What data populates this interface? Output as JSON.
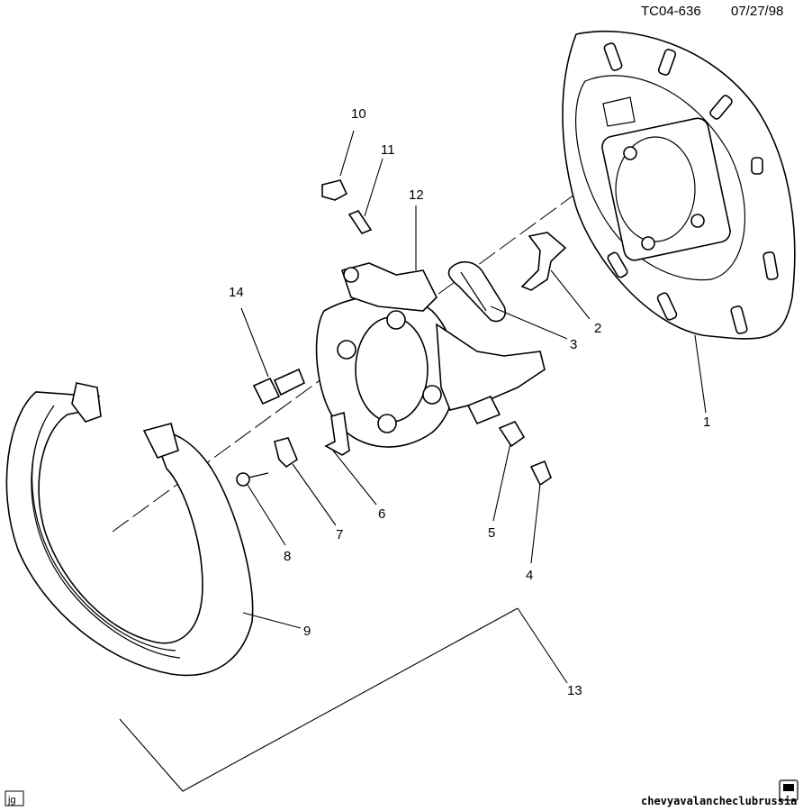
{
  "header": {
    "code": "TC04-636",
    "date": "07/27/98"
  },
  "tag": "jg",
  "watermark": "chevyavalancheclubrussia",
  "callouts": [
    {
      "id": "1",
      "text": "1"
    },
    {
      "id": "2",
      "text": "2"
    },
    {
      "id": "3",
      "text": "3"
    },
    {
      "id": "4",
      "text": "4"
    },
    {
      "id": "5",
      "text": "5"
    },
    {
      "id": "6",
      "text": "6"
    },
    {
      "id": "7",
      "text": "7"
    },
    {
      "id": "8",
      "text": "8"
    },
    {
      "id": "9",
      "text": "9"
    },
    {
      "id": "10",
      "text": "10"
    },
    {
      "id": "11",
      "text": "11"
    },
    {
      "id": "12",
      "text": "12"
    },
    {
      "id": "13",
      "text": "13"
    },
    {
      "id": "14",
      "text": "14"
    }
  ]
}
